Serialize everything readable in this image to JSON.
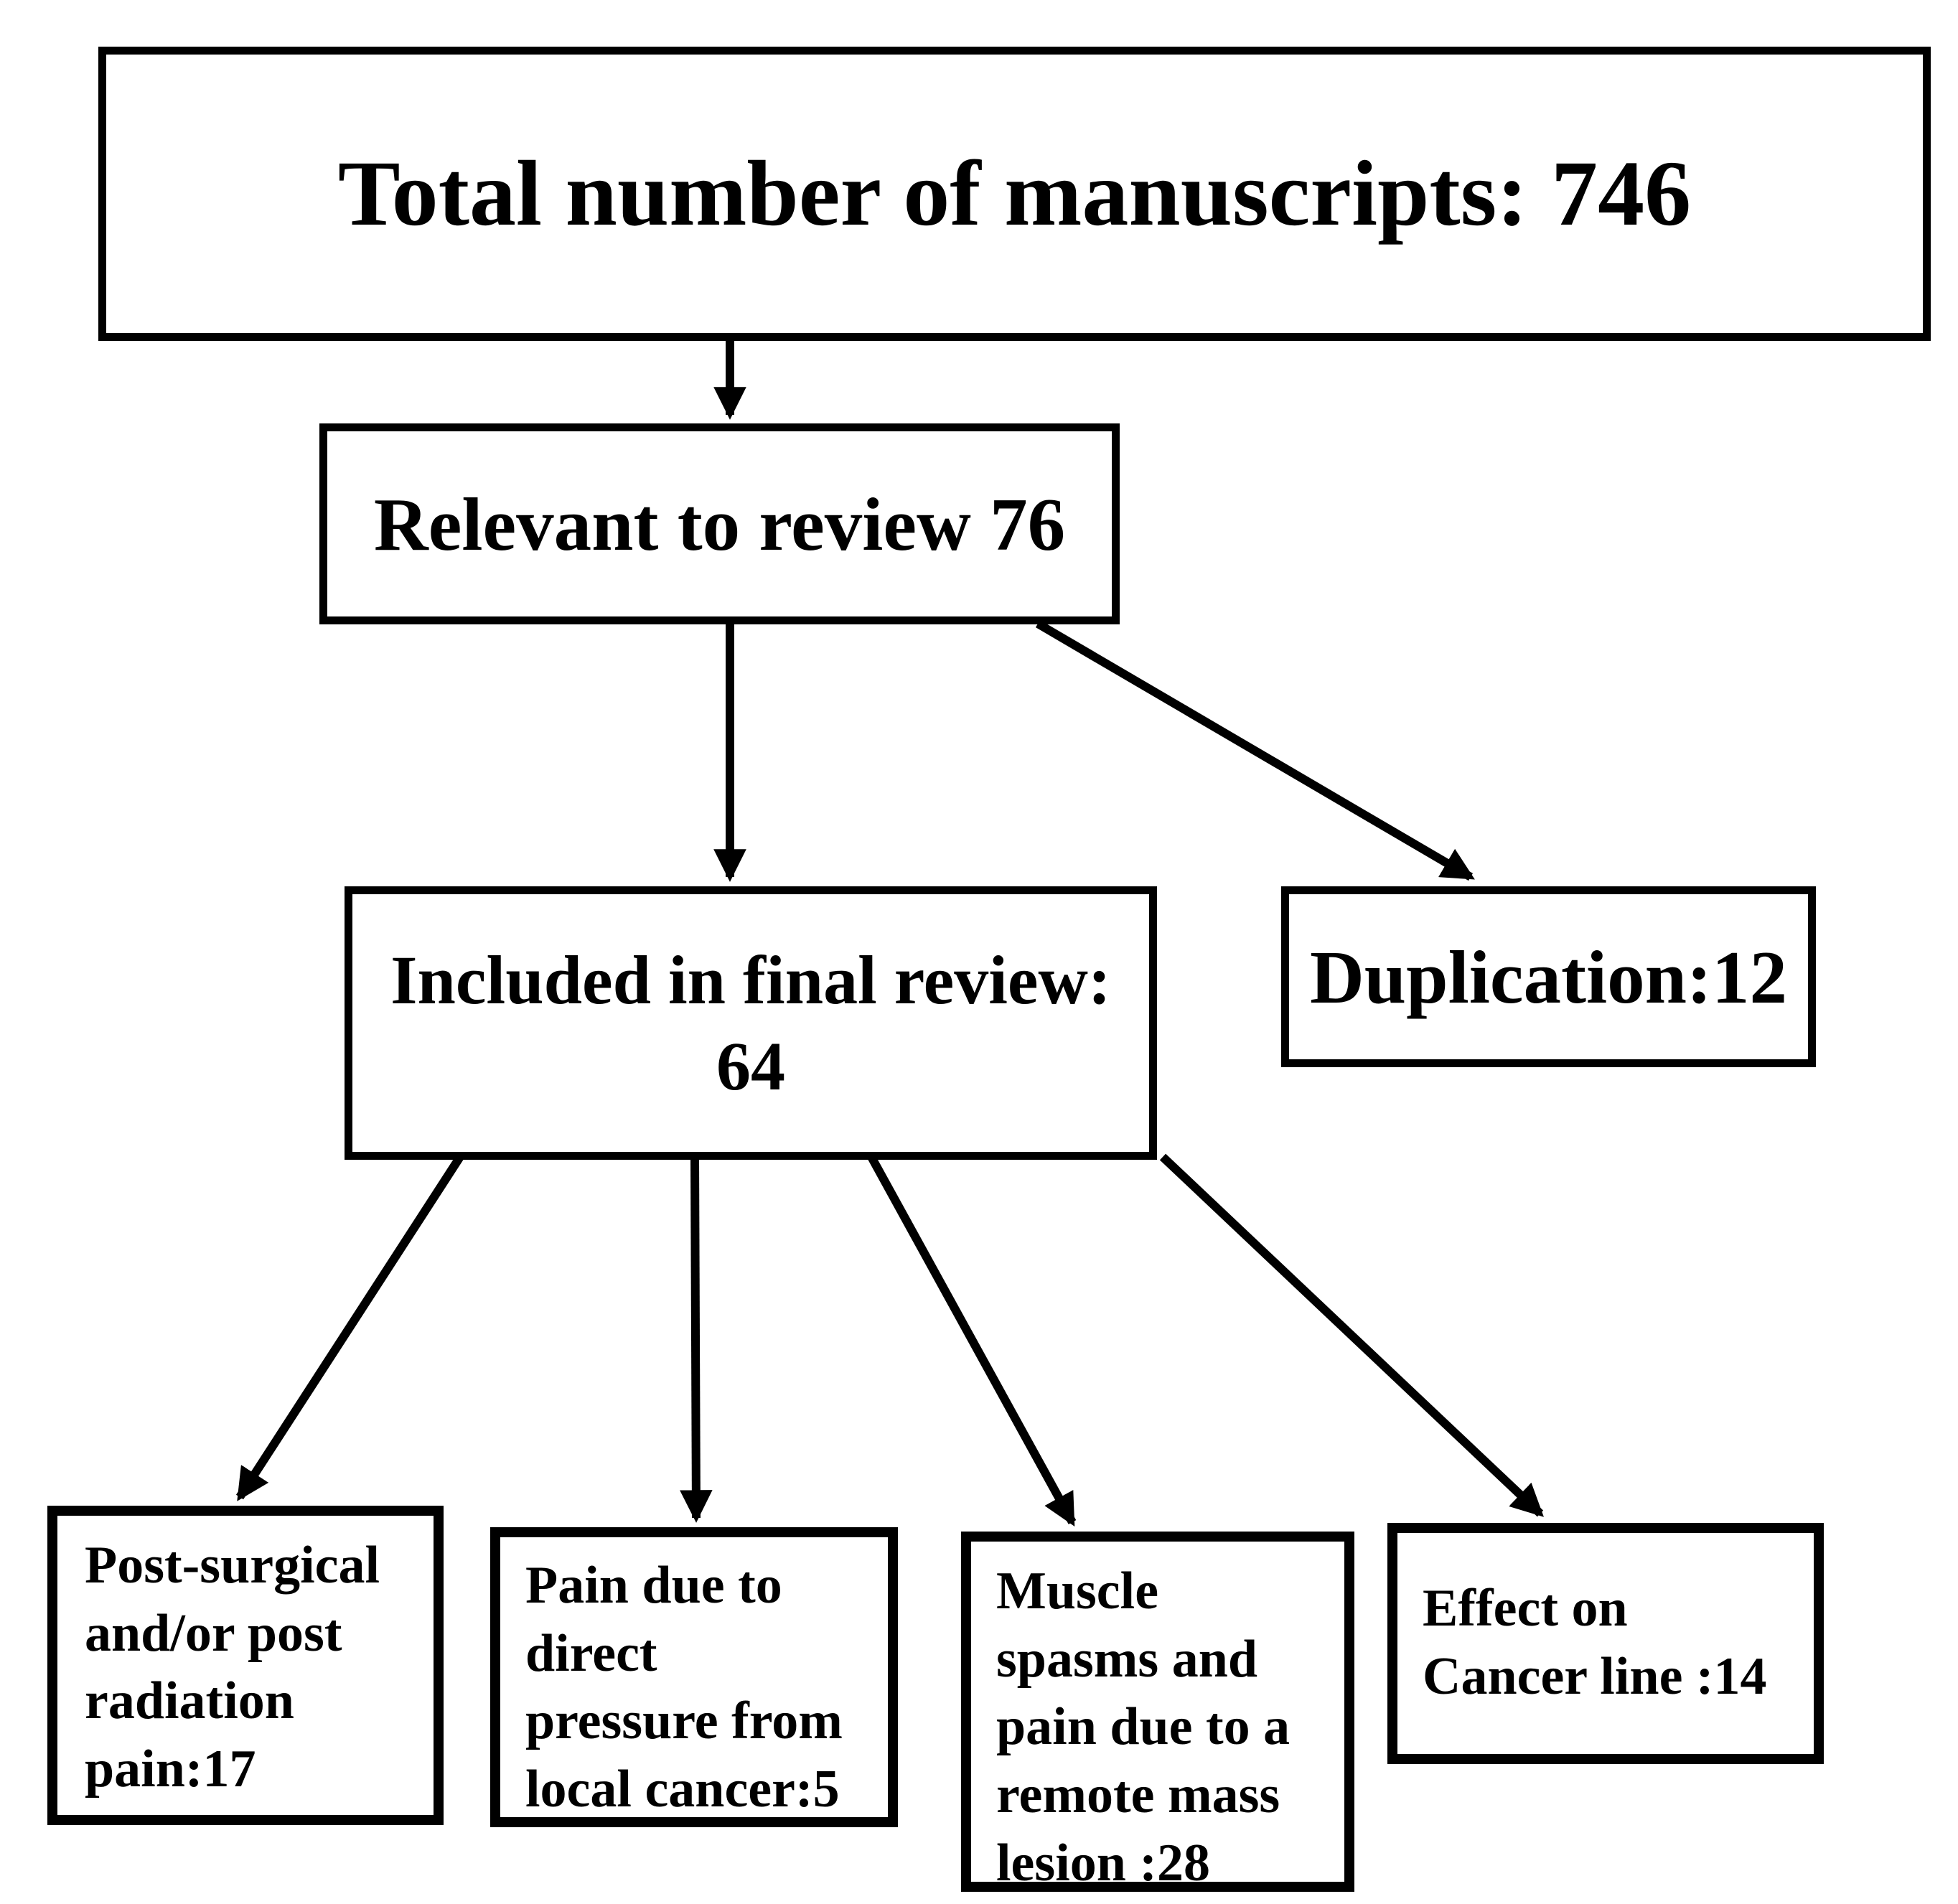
{
  "page": {
    "background": "#ffffff",
    "line_color": "#000000"
  },
  "flowchart": {
    "nodes": {
      "total": {
        "label": "Total number of manuscripts: 746"
      },
      "relevant": {
        "label": "Relevant to review 76"
      },
      "included": {
        "label": "Included in final review:\n64"
      },
      "duplication": {
        "label": "Duplication:12"
      },
      "post_surgical": {
        "label": "Post-surgical\nand/or post\nradiation\npain:17"
      },
      "direct_pressure": {
        "label": "Pain due to\ndirect\npressure from\nlocal cancer:5"
      },
      "muscle_spasms": {
        "label": "Muscle\nspasms and\npain due to a\nremote mass\nlesion :28"
      },
      "effect_cancer_line": {
        "label": "Effect on\nCancer line :14"
      }
    }
  }
}
